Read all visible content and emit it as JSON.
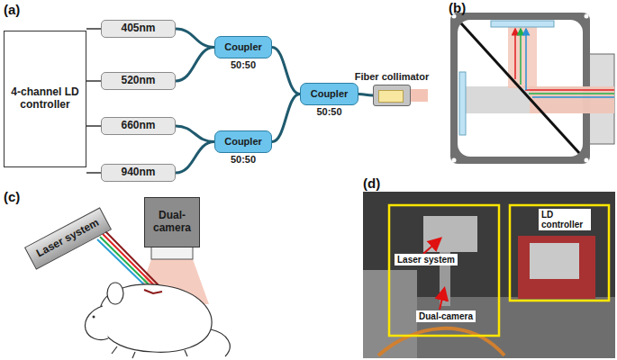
{
  "diagram": {
    "nodes": [
      {
        "text": [
          "4-channel LD controller"
        ]
      },
      {
        "text": [
          "405nm"
        ]
      },
      {
        "text": [
          "520nm"
        ]
      },
      {
        "text": [
          "660nm"
        ]
      },
      {
        "text": [
          "940nm"
        ]
      },
      {
        "text": [
          "Coupler",
          "50:50"
        ]
      },
      {
        "text": [
          "Coupler",
          "50:50"
        ]
      },
      {
        "text": [
          "Coupler",
          "50:50"
        ]
      },
      {
        "text": [
          "Fiber collimator"
        ]
      },
      {
        "text": [
          "Laser system"
        ]
      },
      {
        "text": [
          "Dual-camera"
        ]
      }
    ],
    "edges": [
      {
        "from": 0,
        "to": 1,
        "arrow": "none"
      },
      {
        "from": 0,
        "to": 2,
        "arrow": "none"
      },
      {
        "from": 0,
        "to": 3,
        "arrow": "none"
      },
      {
        "from": 0,
        "to": 4,
        "arrow": "none"
      },
      {
        "from": 1,
        "to": 5,
        "arrow": "none"
      },
      {
        "from": 2,
        "to": 5,
        "arrow": "none"
      },
      {
        "from": 3,
        "to": 6,
        "arrow": "none"
      },
      {
        "from": 4,
        "to": 6,
        "arrow": "none"
      },
      {
        "from": 5,
        "to": 7,
        "arrow": "none"
      },
      {
        "from": 6,
        "to": 7,
        "arrow": "none"
      },
      {
        "from": 7,
        "to": 8,
        "arrow": "none"
      }
    ],
    "labels": [
      "(a)",
      "(b)",
      "(c)",
      "(d)",
      "Laser system",
      "Dual-camera",
      "LD controller"
    ]
  }
}
